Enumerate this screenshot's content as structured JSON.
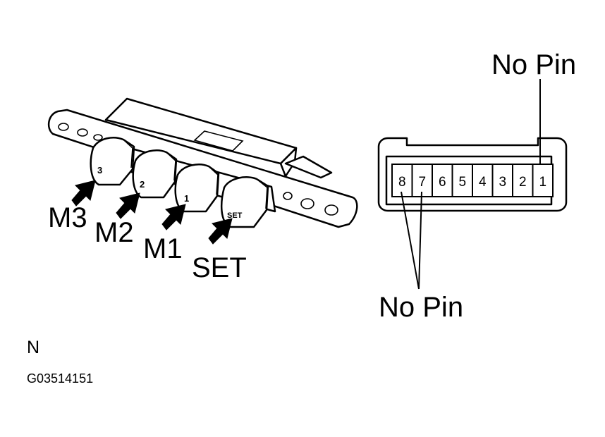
{
  "switch": {
    "buttons": [
      {
        "face": "3",
        "label": "M3"
      },
      {
        "face": "2",
        "label": "M2"
      },
      {
        "face": "1",
        "label": "M1"
      },
      {
        "face": "SET",
        "label": "SET"
      }
    ]
  },
  "connector": {
    "pins": [
      "8",
      "7",
      "6",
      "5",
      "4",
      "3",
      "2",
      "1"
    ],
    "no_pin_top": "No Pin",
    "no_pin_bottom": "No Pin"
  },
  "footer": {
    "letter": "N",
    "code": "G03514151"
  }
}
